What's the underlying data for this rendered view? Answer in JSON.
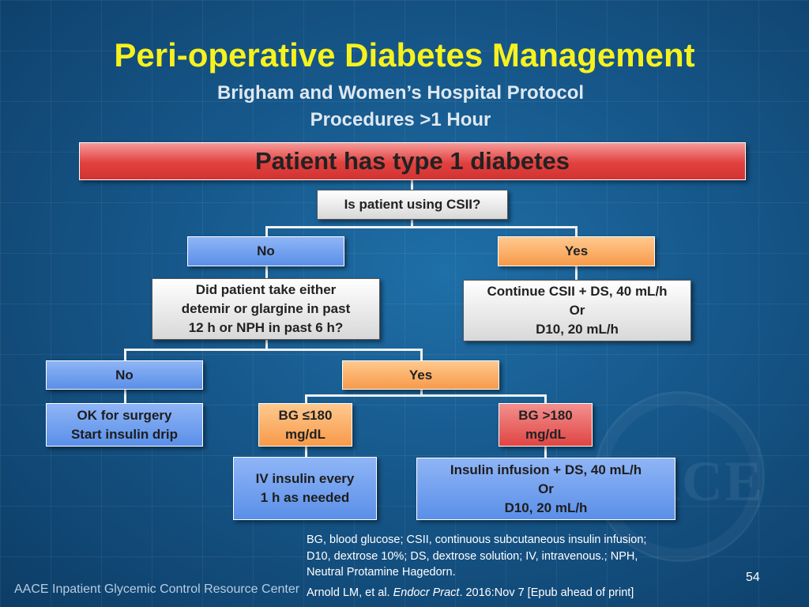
{
  "title": "Peri-operative Diabetes Management",
  "subtitle_line1": "Brigham and Women’s Hospital Protocol",
  "subtitle_line2": "Procedures >1 Hour",
  "flow": {
    "root": "Patient has type 1 diabetes",
    "q_csii": "Is patient using CSII?",
    "csii_no": "No",
    "csii_yes": "Yes",
    "q_basal": [
      "Did patient take either",
      "detemir or glargine in past",
      "12 h or NPH in past 6 h?"
    ],
    "csii_yes_action": [
      "Continue CSII + DS, 40 mL/h",
      "Or",
      "D10, 20 mL/h"
    ],
    "basal_no": "No",
    "basal_yes": "Yes",
    "basal_no_action": [
      "OK for surgery",
      "Start insulin drip"
    ],
    "bg_low": [
      "BG ≤180",
      "mg/dL"
    ],
    "bg_high": [
      "BG >180",
      "mg/dL"
    ],
    "bg_low_action": [
      "IV insulin every",
      "1 h as needed"
    ],
    "bg_high_action": [
      "Insulin infusion + DS, 40 mL/h",
      "Or",
      "D10, 20 mL/h"
    ]
  },
  "footnote": [
    "BG, blood glucose; CSII, continuous subcutaneous insulin infusion;",
    "D10, dextrose 10%; DS, dextrose solution; IV,  intravenous.; NPH,",
    "Neutral Protamine Hagedorn."
  ],
  "citation": {
    "authors": "Arnold LM, et al. ",
    "journal": "Endocr Pract",
    "rest": ". 2016:Nov 7 [Epub ahead of print]"
  },
  "page_number": "54",
  "footer": "AACE Inpatient Glycemic Control Resource Center",
  "seal_text": "AACE"
}
